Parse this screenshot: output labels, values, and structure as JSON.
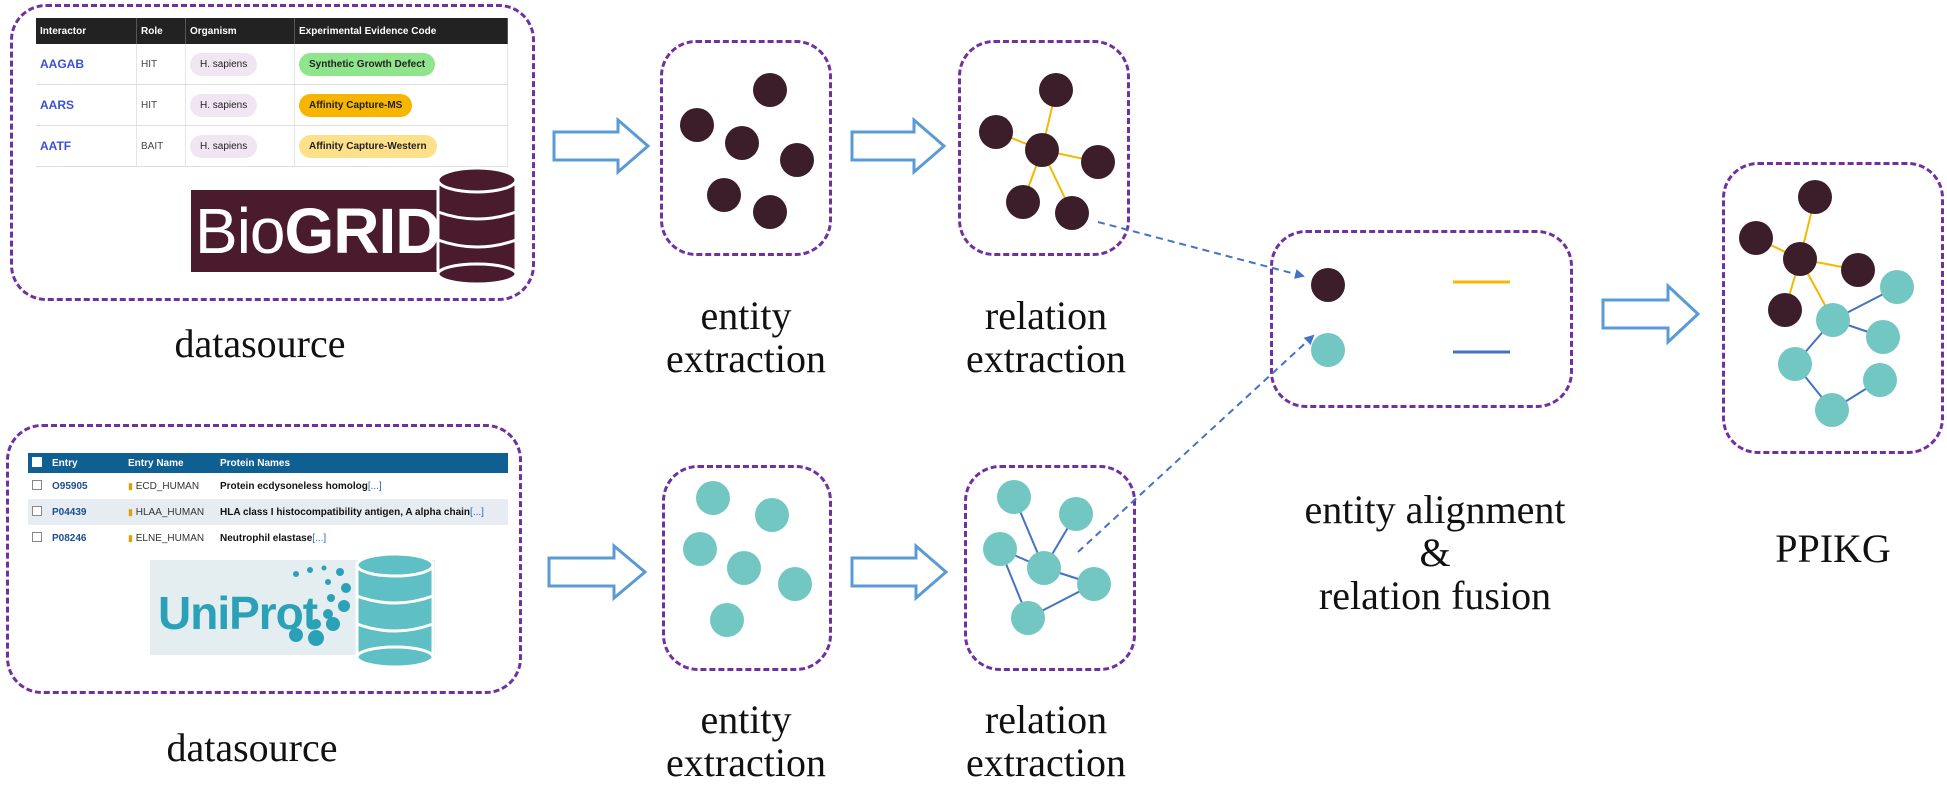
{
  "colors": {
    "panel_border": "#7030a0",
    "dark_node": "#3c1d2a",
    "teal_node": "#72c7c2",
    "yellow_edge": "#f5b800",
    "blue_edge": "#4472c4",
    "arrow_outline": "#5b9bd5"
  },
  "biogrid_table": {
    "headers": [
      "Interactor",
      "Role",
      "Organism",
      "Experimental Evidence Code"
    ],
    "rows": [
      {
        "interactor": "AAGAB",
        "role": "HIT",
        "organism": "H. sapiens",
        "evidence": "Synthetic Growth Defect"
      },
      {
        "interactor": "AARS",
        "role": "HIT",
        "organism": "H. sapiens",
        "evidence": "Affinity Capture-MS"
      },
      {
        "interactor": "AATF",
        "role": "BAIT",
        "organism": "H. sapiens",
        "evidence": "Affinity Capture-Western"
      }
    ]
  },
  "biogrid_logo": {
    "prefix": "Bio",
    "suffix": "GRID"
  },
  "uniprot_table": {
    "headers": [
      "Entry",
      "Entry Name",
      "Protein Names"
    ],
    "rows": [
      {
        "entry": "O95905",
        "entry_name": "ECD_HUMAN",
        "protein": "Protein ecdysoneless homolog",
        "more": "[...]"
      },
      {
        "entry": "P04439",
        "entry_name": "HLAA_HUMAN",
        "protein": "HLA class I histocompatibility antigen, A alpha chain",
        "more": "[...]"
      },
      {
        "entry": "P08246",
        "entry_name": "ELNE_HUMAN",
        "protein": "Neutrophil elastase",
        "more": "[...]"
      }
    ]
  },
  "uniprot_logo": {
    "text": "UniProt"
  },
  "labels": {
    "datasource_top": "datasource",
    "datasource_bottom": "datasource",
    "entity_extraction_top": [
      "entity",
      "extraction"
    ],
    "relation_extraction_top": [
      "relation",
      "extraction"
    ],
    "entity_extraction_bottom": [
      "entity",
      "extraction"
    ],
    "relation_extraction_bottom": [
      "relation",
      "extraction"
    ],
    "alignment": [
      "entity alignment",
      "&",
      "relation fusion"
    ],
    "output": "PPIKG"
  }
}
